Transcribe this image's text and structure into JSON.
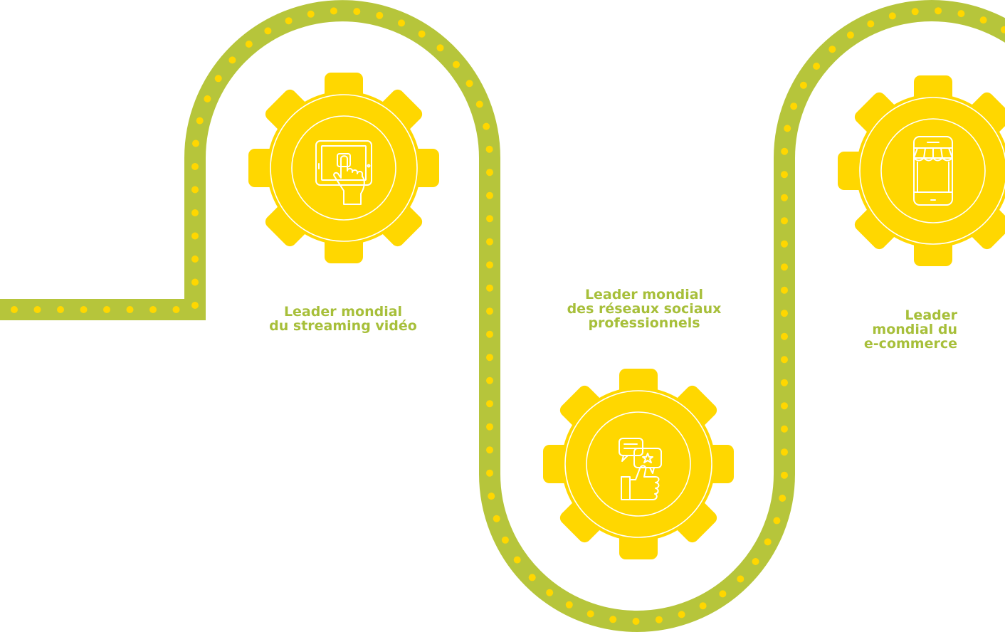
{
  "colors": {
    "path": "#b6c53b",
    "dots": "#ffd700",
    "gear": "#ffd700",
    "icon_stroke": "#ffffff",
    "caption_text": "#a7bf3a"
  },
  "steps": [
    {
      "icon": "tablet-touch-icon",
      "caption_lines": [
        "Leader mondial",
        "du streaming vidéo"
      ]
    },
    {
      "icon": "social-feedback-icon",
      "caption_lines": [
        "Leader mondial",
        "des réseaux sociaux",
        "professionnels"
      ]
    },
    {
      "icon": "mobile-shop-icon",
      "caption_lines": [
        "Leader",
        "mondial du",
        "e-commerce"
      ]
    }
  ]
}
